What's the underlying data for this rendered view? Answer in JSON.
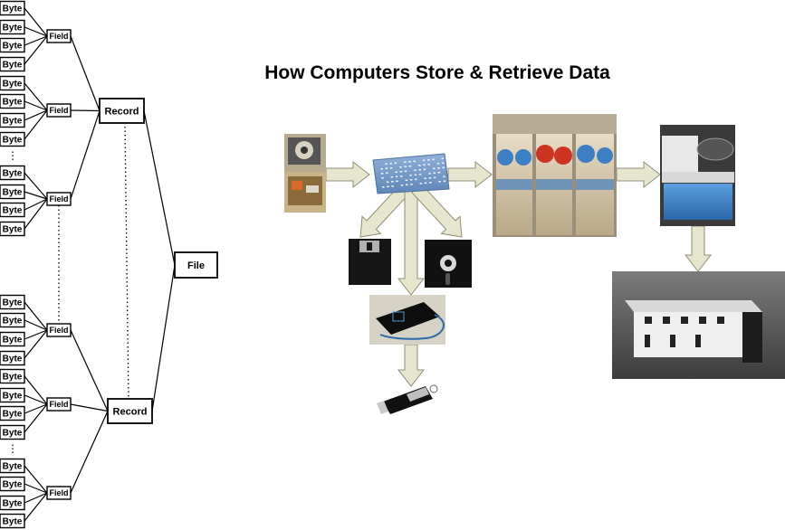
{
  "title": "How Computers Store & Retrieve Data",
  "hierarchy": {
    "byte_label": "Byte",
    "field_label": "Field",
    "record_label": "Record",
    "file_label": "File",
    "ellipsis": "⋮"
  },
  "flow": {
    "stages": [
      {
        "name": "punch-card-machine-photo"
      },
      {
        "name": "punch-card-photo"
      },
      {
        "name": "tape-drive-photo"
      },
      {
        "name": "disk-drive-photo"
      },
      {
        "name": "disk-storage-array-photo"
      },
      {
        "name": "floppy-disk-3-5-photo"
      },
      {
        "name": "floppy-disk-5-25-photo"
      },
      {
        "name": "external-hard-drive-photo"
      },
      {
        "name": "usb-flash-drive-photo"
      }
    ],
    "colors": {
      "arrow_fill": "#e6e6cf",
      "arrow_stroke": "#8f8f78",
      "punch_card": "#7a9cc6",
      "tape_cabinet": "#d4c4a8",
      "tape_reel_blue": "#3d7fc4",
      "tape_reel_red": "#cc3322",
      "disk_cabinet_blue": "#3a80c9"
    }
  }
}
